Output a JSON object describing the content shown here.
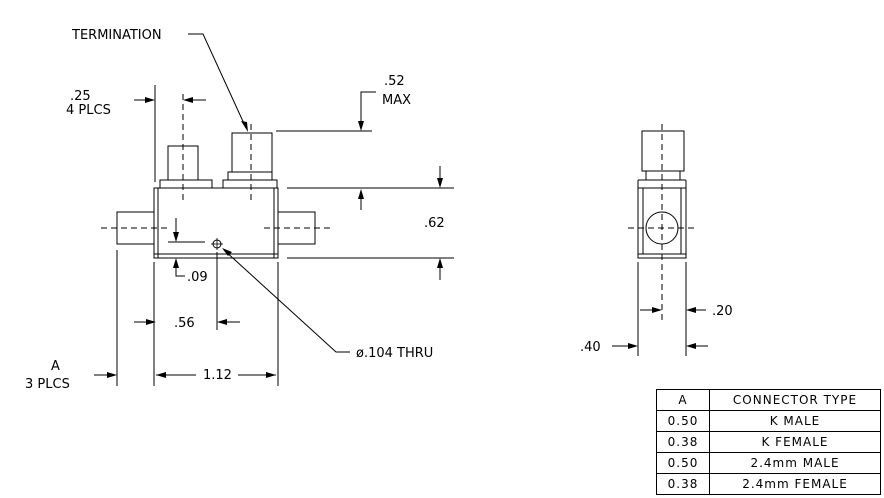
{
  "labels": {
    "termination": "TERMINATION",
    "pitch_value": ".25",
    "pitch_qty": "4 PLCS",
    "height_value": ".52",
    "height_qualifier": "MAX",
    "body_height": ".62",
    "hole_offset": ".09",
    "hole_spacing": ".56",
    "hole_callout": "ø.104  THRU",
    "body_length": "1.12",
    "a_label": "A",
    "a_qty": "3 PLCS",
    "side_width": ".40",
    "side_offset": ".20"
  },
  "connector_table": {
    "headers": [
      "A",
      "CONNECTOR TYPE"
    ],
    "rows": [
      [
        "0.50",
        "K MALE"
      ],
      [
        "0.38",
        "K FEMALE"
      ],
      [
        "0.50",
        "2.4mm MALE"
      ],
      [
        "0.38",
        "2.4mm FEMALE"
      ]
    ]
  }
}
